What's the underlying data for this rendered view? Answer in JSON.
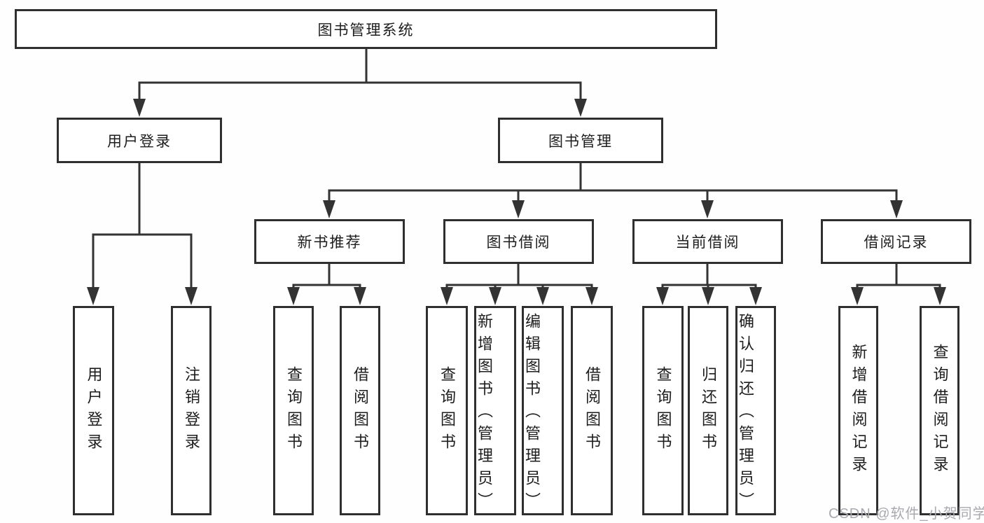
{
  "diagram": {
    "title": "图书管理系统",
    "colors": {
      "line": "#333333",
      "border": "#2f2f2f",
      "text": "#1d1d1d",
      "background": "#ffffff",
      "watermark": "#a9a9af"
    },
    "watermark": "CSDN @软件_小贺同学",
    "tree": {
      "label": "图书管理系统",
      "children": [
        {
          "label": "用户登录",
          "children": [
            {
              "label": "用户登录"
            },
            {
              "label": "注销登录"
            }
          ]
        },
        {
          "label": "图书管理",
          "children": [
            {
              "label": "新书推荐",
              "children": [
                {
                  "label": "查询图书"
                },
                {
                  "label": "借阅图书"
                }
              ]
            },
            {
              "label": "图书借阅",
              "children": [
                {
                  "label": "查询图书"
                },
                {
                  "label": "新增图书（管理员）"
                },
                {
                  "label": "编辑图书（管理员）"
                },
                {
                  "label": "借阅图书"
                }
              ]
            },
            {
              "label": "当前借阅",
              "children": [
                {
                  "label": "查询图书"
                },
                {
                  "label": "归还图书"
                },
                {
                  "label": "确认归还（管理员）"
                }
              ]
            },
            {
              "label": "借阅记录",
              "children": [
                {
                  "label": "新增借阅记录"
                },
                {
                  "label": "查询借阅记录"
                }
              ]
            }
          ]
        }
      ]
    }
  }
}
